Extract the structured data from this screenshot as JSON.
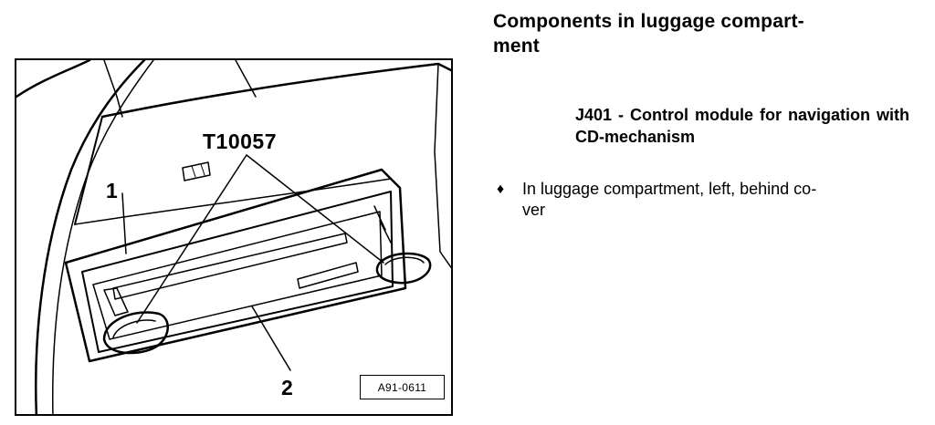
{
  "figure": {
    "tool_label": "T10057",
    "callout_1": "1",
    "callout_2": "2",
    "figure_id": "A91-0611"
  },
  "text": {
    "heading": "Components in luggage compart-ment",
    "component": {
      "code": "J401",
      "separator": "-",
      "description": "Control module for navigation with CD-mechanism"
    },
    "bullet": {
      "symbol": "♦",
      "text": "In luggage compartment, left, behind co-ver"
    }
  }
}
